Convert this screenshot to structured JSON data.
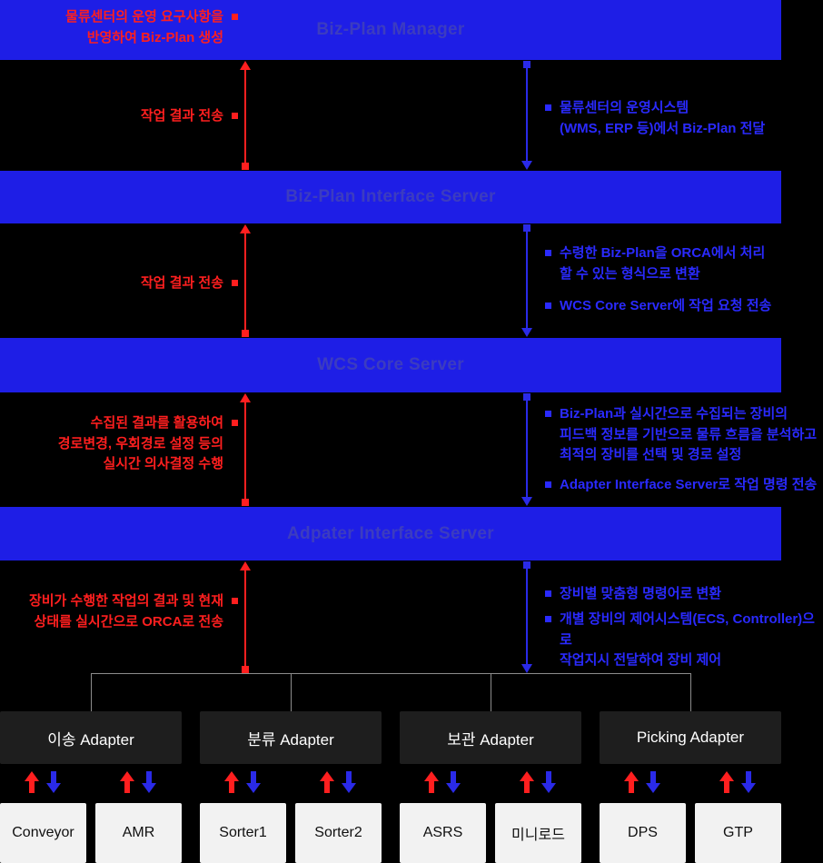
{
  "colors": {
    "background": "#000000",
    "bar": "#1e1ee6",
    "bar_text": "#3c3cc0",
    "red": "#ff1f1f",
    "blue_text": "#2a2aff",
    "arrow_blue": "#2a2ae8",
    "adapter_bg": "#1e1e1e",
    "adapter_text": "#ffffff",
    "device_bg": "#f2f2f2",
    "device_text": "#101010",
    "connector": "#8c8c8c"
  },
  "bars": [
    {
      "title": "Biz-Plan Manager"
    },
    {
      "title": "Biz-Plan Interface Server"
    },
    {
      "title": "WCS Core Server"
    },
    {
      "title": "Adpater Interface Server"
    }
  ],
  "notes": {
    "biz_plan_create": {
      "text": "물류센터의 운영 요구사항을\n반영하여 Biz-Plan 생성"
    },
    "left1": {
      "text": "작업 결과 전송"
    },
    "left2": {
      "text": "작업 결과 전송"
    },
    "left3": {
      "text": "수집된 결과를 활용하여\n경로변경, 우회경로 설정 등의\n실시간 의사결정 수행"
    },
    "left4": {
      "text": "장비가 수행한 작업의 결과 및 현재\n상태를 실시간으로 ORCA로 전송"
    },
    "right1a": {
      "text": "물류센터의 운영시스템\n(WMS, ERP 등)에서 Biz-Plan 전달"
    },
    "right2a": {
      "text": "수령한 Biz-Plan을 ORCA에서 처리\n할 수 있는 형식으로 변환"
    },
    "right2b": {
      "text": "WCS Core Server에 작업 요청 전송"
    },
    "right3a": {
      "text": "Biz-Plan과 실시간으로 수집되는 장비의\n피드백 정보를 기반으로 물류 흐름을 분석하고\n최적의 장비를 선택 및 경로 설정"
    },
    "right3b": {
      "text": "Adapter Interface Server로 작업 명령 전송"
    },
    "right4a": {
      "text": "장비별 맞춤형 명령어로 변환"
    },
    "right4b": {
      "text": "개별 장비의 제어시스템(ECS, Controller)으로\n작업지시 전달하여 장비 제어"
    }
  },
  "adapters": [
    {
      "label": "이송 Adapter"
    },
    {
      "label": "분류 Adapter"
    },
    {
      "label": "보관 Adapter"
    },
    {
      "label": "Picking Adapter"
    }
  ],
  "devices": [
    {
      "label": "Conveyor"
    },
    {
      "label": "AMR"
    },
    {
      "label": "Sorter1"
    },
    {
      "label": "Sorter2"
    },
    {
      "label": "ASRS"
    },
    {
      "label": "미니로드"
    },
    {
      "label": "DPS"
    },
    {
      "label": "GTP"
    }
  ]
}
